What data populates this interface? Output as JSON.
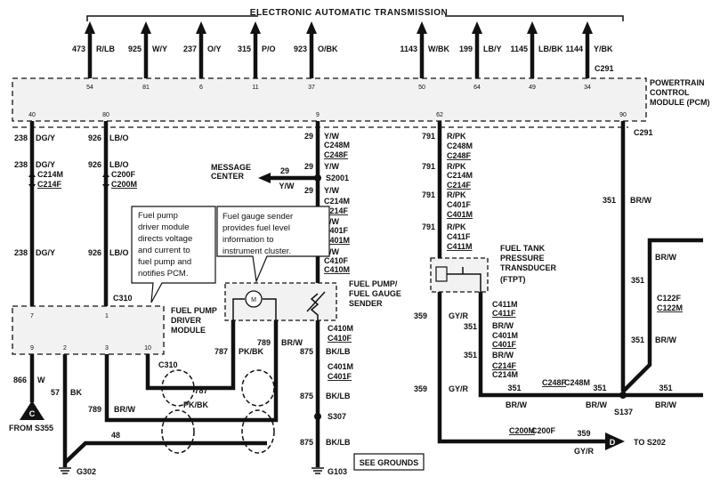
{
  "title": "ELECTRONIC AUTOMATIC TRANSMISSION",
  "pcm": {
    "label_lines": [
      "POWERTRAIN",
      "CONTROL",
      "MODULE (PCM)"
    ],
    "top_pins": [
      "54",
      "81",
      "6",
      "11",
      "37",
      "50",
      "64",
      "49",
      "34"
    ],
    "bottom_pins": [
      "40",
      "80",
      "9",
      "62",
      "90"
    ],
    "connector": "C291"
  },
  "top_wires": [
    {
      "circuit": "473",
      "color": "R/LB"
    },
    {
      "circuit": "925",
      "color": "W/Y"
    },
    {
      "circuit": "237",
      "color": "O/Y"
    },
    {
      "circuit": "315",
      "color": "P/O"
    },
    {
      "circuit": "923",
      "color": "O/BK"
    },
    {
      "circuit": "1143",
      "color": "W/BK"
    },
    {
      "circuit": "199",
      "color": "LB/Y"
    },
    {
      "circuit": "1145",
      "color": "LB/BK"
    },
    {
      "circuit": "1144",
      "color": "Y/BK"
    }
  ],
  "wire238": {
    "circuit": "238",
    "color": "DG/Y",
    "connectors": [
      "C214M",
      "C214F"
    ]
  },
  "wire926": {
    "circuit": "926",
    "color": "LB/O",
    "connectors": [
      "C200F",
      "C200M"
    ]
  },
  "wire29": {
    "circuit": "29",
    "color": "Y/W",
    "connectors": [
      "C248M",
      "C248F",
      "C214M",
      "C214F",
      "C401F",
      "C401M",
      "C410F",
      "C410M"
    ],
    "splice": "S2001"
  },
  "message_center": {
    "lines": [
      "MESSAGE",
      "CENTER"
    ],
    "circuit": "29",
    "color": "Y/W"
  },
  "wire791": {
    "circuit": "791",
    "color": "R/PK",
    "connectors": [
      "C248M",
      "C248F",
      "C214M",
      "C214F",
      "C401F",
      "C401M",
      "C411F",
      "C411M"
    ]
  },
  "wire351_right": {
    "circuit": "351",
    "color": "BR/W",
    "connector": "C291"
  },
  "ftpt": {
    "lines": [
      "FUEL TANK",
      "PRESSURE",
      "TRANSDUCER",
      "(FTPT)"
    ]
  },
  "ftpt_right_wire": {
    "circuit": "351",
    "color": "BR/W",
    "connectors": [
      "C122F",
      "C122M"
    ]
  },
  "wire359": {
    "circuit": "359",
    "color": "GY/R"
  },
  "wire351_mid": {
    "circuit": "351",
    "color": "BR/W",
    "connectors": [
      "C411M",
      "C411F",
      "C401M",
      "C401F",
      "C214F",
      "C214M"
    ]
  },
  "bottom_351": {
    "circuit": "351",
    "color": "BR/W",
    "connectors": [
      "C248F",
      "C248M"
    ],
    "splice": "S137"
  },
  "bottom_359": {
    "circuit": "359",
    "color": "GY/R",
    "connectors": [
      "C200M",
      "C200F"
    ],
    "dest_letter": "D",
    "dest_text": "TO S202"
  },
  "fuel_pump_driver": {
    "lines": [
      "FUEL PUMP",
      "DRIVER",
      "MODULE"
    ],
    "pins_top": [
      "7",
      "1"
    ],
    "pins_bottom": [
      "9",
      "2",
      "3",
      "10"
    ],
    "connector_top": "C310",
    "connector_bottom": "C310"
  },
  "note_driver": [
    "Fuel pump",
    "driver module",
    "directs voltage",
    "and current to",
    "fuel pump and",
    "notifies PCM."
  ],
  "note_sender": [
    "Fuel gauge sender",
    "provides fuel level",
    "information to",
    "instrument cluster."
  ],
  "sender": {
    "lines": [
      "FUEL PUMP/",
      "FUEL GAUGE",
      "SENDER"
    ],
    "motor_label": "M"
  },
  "wire787": {
    "circuit": "787",
    "color": "PK/BK"
  },
  "wire789": {
    "circuit": "789",
    "color": "BR/W"
  },
  "wire875": {
    "circuit": "875",
    "color": "BK/LB",
    "connectors": [
      "C410M",
      "C410F",
      "C401M",
      "C401F"
    ],
    "splice": "S307"
  },
  "ground_g103": "G103",
  "see_grounds": "SEE GROUNDS",
  "wire866": {
    "circuit": "866",
    "color": "W",
    "from_letter": "C",
    "from_text": "FROM S355"
  },
  "wire57": {
    "circuit": "57",
    "color": "BK"
  },
  "wire48": {
    "circuit": "48"
  },
  "ground_g302": "G302"
}
